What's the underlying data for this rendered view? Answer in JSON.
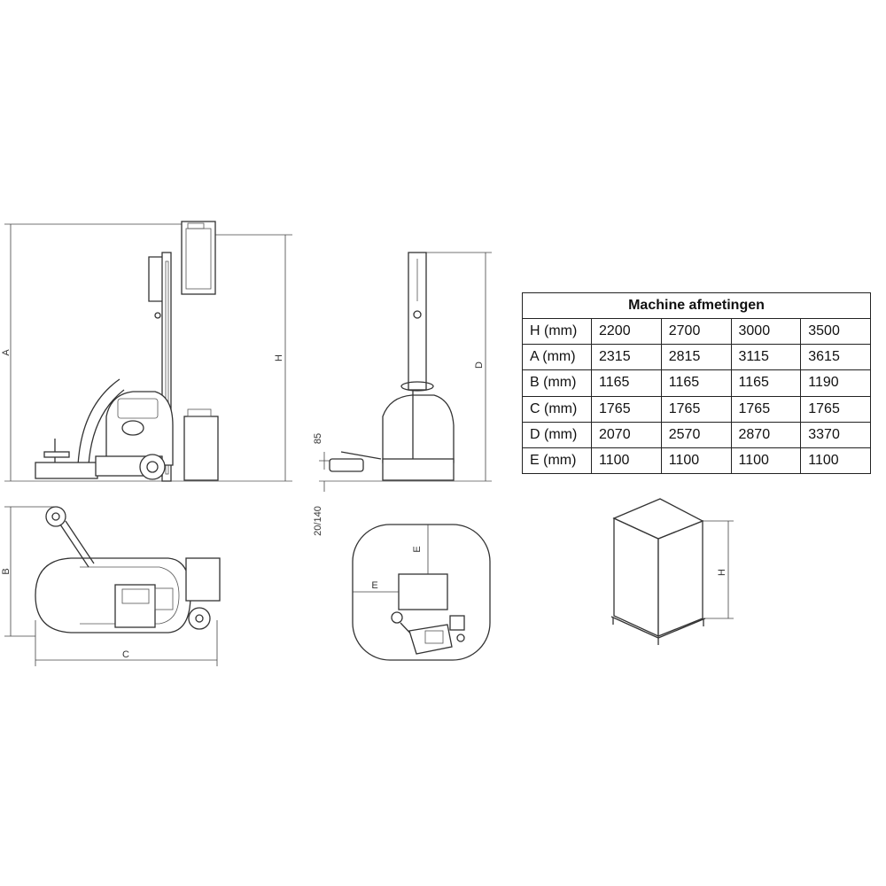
{
  "labels": {
    "A": "A",
    "H_side": "H",
    "D": "D",
    "B": "B",
    "C": "C",
    "E_top": "E",
    "E_left": "E",
    "H_box": "H",
    "dim85": "85",
    "dim20140": "20/140"
  },
  "table": {
    "title": "Machine afmetingen",
    "rows": [
      {
        "label": "H (mm)",
        "values": [
          "2200",
          "2700",
          "3000",
          "3500"
        ]
      },
      {
        "label": "A (mm)",
        "values": [
          "2315",
          "2815",
          "3115",
          "3615"
        ]
      },
      {
        "label": "B (mm)",
        "values": [
          "1165",
          "1165",
          "1165",
          "1190"
        ]
      },
      {
        "label": "C (mm)",
        "values": [
          "1765",
          "1765",
          "1765",
          "1765"
        ]
      },
      {
        "label": "D (mm)",
        "values": [
          "2070",
          "2570",
          "2870",
          "3370"
        ]
      },
      {
        "label": "E (mm)",
        "values": [
          "1100",
          "1100",
          "1100",
          "1100"
        ]
      }
    ]
  }
}
